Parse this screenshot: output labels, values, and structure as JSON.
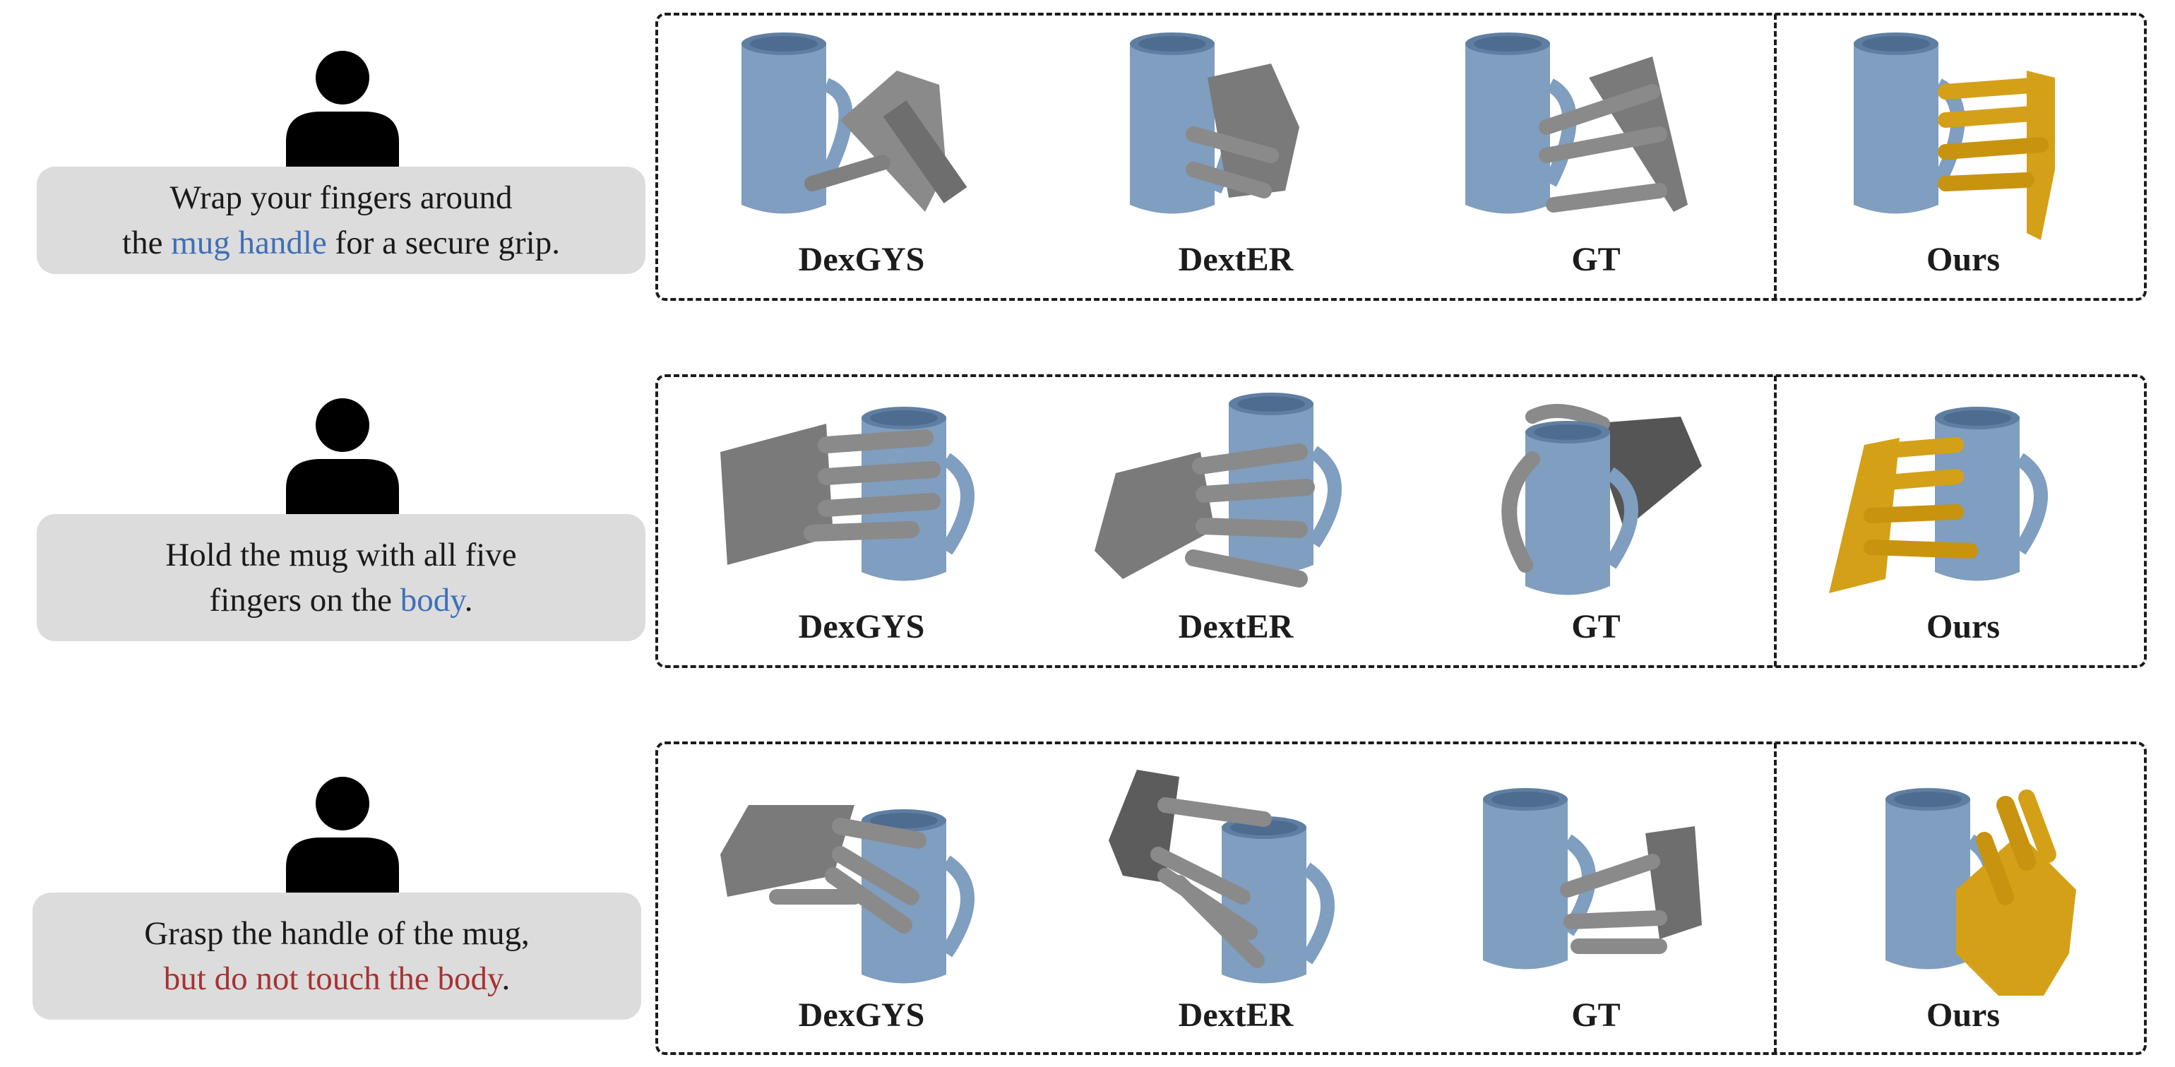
{
  "colors": {
    "mug": "#7f9ec0",
    "mug_dark": "#5f7fa2",
    "hand_gray": "#8a8a8a",
    "hand_dark": "#5c5c5c",
    "hand_gold": "#d4a017",
    "hand_gold_dark": "#a57a0e",
    "highlight_blue": "#3f6fb8",
    "highlight_red": "#a83232"
  },
  "rows": [
    {
      "instruction": {
        "line1": "Wrap your fingers around",
        "line2_pre": "the ",
        "line2_hl": "mug handle",
        "line2_post": " for a secure grip.",
        "hl_color": "blue"
      },
      "labels": [
        "DexGYS",
        "DextER",
        "GT",
        "Ours"
      ]
    },
    {
      "instruction": {
        "line1": "Hold the mug with all five",
        "line2_pre": "fingers on the ",
        "line2_hl": "body",
        "line2_post": ".",
        "hl_color": "blue"
      },
      "labels": [
        "DexGYS",
        "DextER",
        "GT",
        "Ours"
      ]
    },
    {
      "instruction": {
        "line1": "Grasp the handle of the mug,",
        "line2_pre": "",
        "line2_hl": "but do not touch the body",
        "line2_post": ".",
        "hl_color": "red"
      },
      "labels": [
        "DexGYS",
        "DextER",
        "GT",
        "Ours"
      ]
    }
  ]
}
